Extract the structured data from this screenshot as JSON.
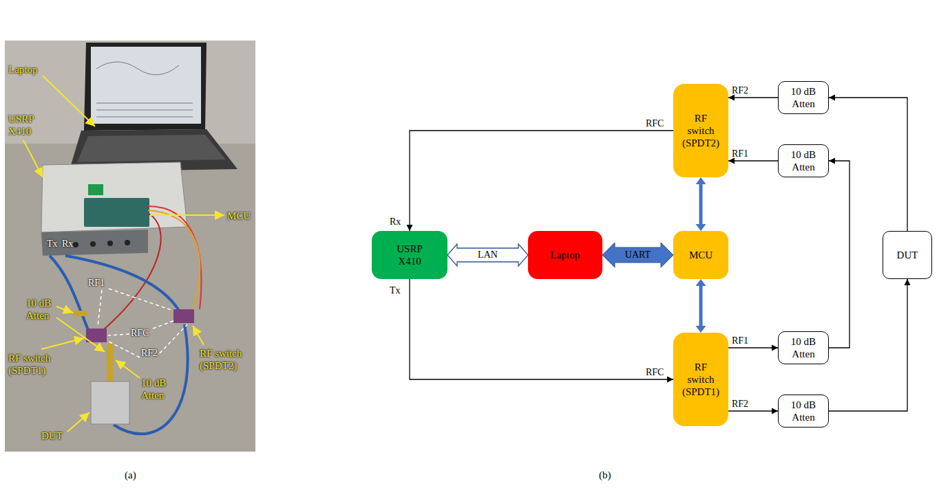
{
  "diagram": {
    "nodes": [
      {
        "text": [
          "RF switch (SPDT2)"
        ]
      },
      {
        "text": [
          "10 dB Atten"
        ]
      },
      {
        "text": [
          "10 dB Atten"
        ]
      },
      {
        "text": [
          "USRP X410"
        ]
      },
      {
        "text": [
          "Laptop"
        ]
      },
      {
        "text": [
          "MCU"
        ]
      },
      {
        "text": [
          "DUT"
        ]
      },
      {
        "text": [
          "RF switch (SPDT1)"
        ]
      },
      {
        "text": [
          "10 dB Atten"
        ]
      },
      {
        "text": [
          "10 dB Atten"
        ]
      }
    ],
    "edges": [
      {
        "from": 0,
        "to": 3,
        "arrow": "to"
      },
      {
        "from": 3,
        "to": 4,
        "label": "LAN",
        "arrow": "both"
      },
      {
        "from": 4,
        "to": 5,
        "label": "UART",
        "arrow": "both"
      },
      {
        "from": 5,
        "to": 0,
        "arrow": "both"
      },
      {
        "from": 5,
        "to": 7,
        "arrow": "both"
      },
      {
        "from": 3,
        "to": 7,
        "arrow": "to"
      },
      {
        "from": 7,
        "to": 8,
        "arrow": "to"
      },
      {
        "from": 7,
        "to": 9,
        "arrow": "to"
      },
      {
        "from": 8,
        "to": 2,
        "arrow": "to"
      },
      {
        "from": 2,
        "to": 0,
        "arrow": "to"
      },
      {
        "from": 9,
        "to": 6,
        "arrow": "to"
      },
      {
        "from": 6,
        "to": 1,
        "arrow": "to"
      },
      {
        "from": 1,
        "to": 0,
        "arrow": "to"
      }
    ],
    "labels": [
      "Laptop",
      "USRP X410",
      "MCU",
      "Tx",
      "Rx",
      "RF1",
      "10 dB Atten",
      "RFC",
      "RF switch (SPDT1)",
      "RF2",
      "RF switch (SPDT2)",
      "10 dB Atten",
      "DUT",
      "RF2",
      "RFC",
      "RF1",
      "Rx",
      "Tx",
      "RFC",
      "RF1",
      "RF2",
      "(a)",
      "(b)"
    ]
  }
}
